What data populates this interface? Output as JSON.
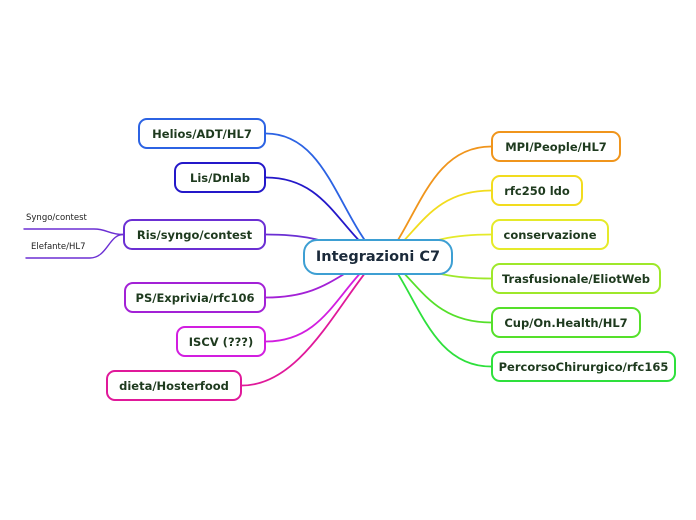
{
  "central": {
    "label": "Integrazioni C7",
    "color": "#3d9fd3"
  },
  "left_branches": [
    {
      "label": "Helios/ADT/HL7",
      "color": "#2c63e3"
    },
    {
      "label": "Lis/Dnlab",
      "color": "#2418c9"
    },
    {
      "label": "Ris/syngo/contest",
      "color": "#6b2fd3"
    },
    {
      "label": "PS/Exprivia/rfc106",
      "color": "#a321d6"
    },
    {
      "label": "ISCV (???)",
      "color": "#d21ee0"
    },
    {
      "label": "dieta/Hosterfood",
      "color": "#e0199a"
    }
  ],
  "right_branches": [
    {
      "label": "MPI/People/HL7",
      "color": "#f0951c"
    },
    {
      "label": "rfc250 ldo",
      "color": "#f2dc1e"
    },
    {
      "label": "conservazione",
      "color": "#e5ea2a"
    },
    {
      "label": "Trasfusionale/EliotWeb",
      "color": "#9ee82a"
    },
    {
      "label": "Cup/On.Health/HL7",
      "color": "#55e02a"
    },
    {
      "label": "PercorsoChirurgico/rfc165",
      "color": "#2ee03c"
    }
  ],
  "ris_subtopics": [
    {
      "label": "Syngo/contest"
    },
    {
      "label": "Elefante/HL7"
    }
  ]
}
